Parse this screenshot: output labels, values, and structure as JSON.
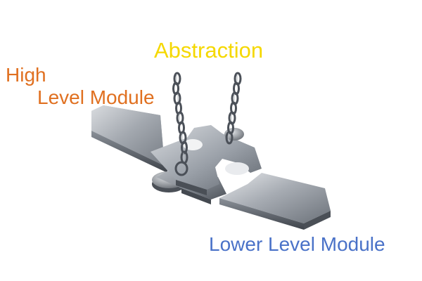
{
  "labels": {
    "abstraction": "Abstraction",
    "high_level_line1": "High",
    "high_level_line2": "Level Module",
    "lower_level": "Lower Level Module"
  },
  "colors": {
    "abstraction": "#f5d800",
    "high_level": "#e07020",
    "lower_level": "#4a72c8",
    "metal_light": "#c8ccd2",
    "metal_dark": "#5a6068",
    "background": "#ffffff"
  },
  "icons": {
    "illustration": "jigsaw-bridge-with-chains",
    "left_plank": "metal-plank",
    "right_plank": "metal-plank",
    "upper_piece": "jigsaw-puzzle-piece",
    "lower_piece": "jigsaw-puzzle-piece",
    "chains": "hanging-chain"
  }
}
